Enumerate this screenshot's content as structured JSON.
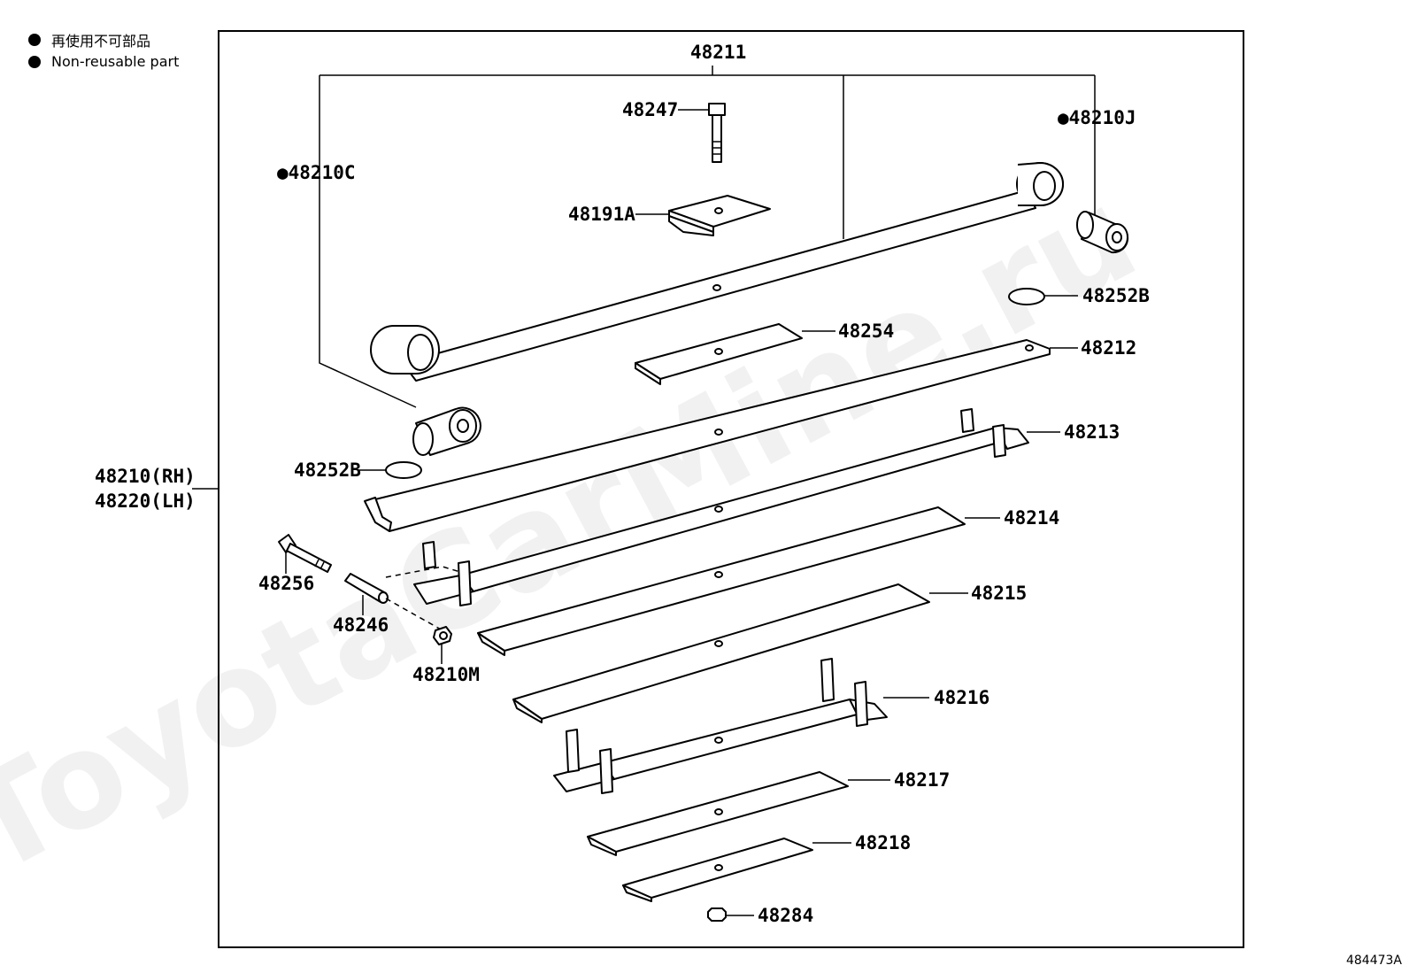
{
  "legend": {
    "items": [
      {
        "label": "再使用不可部品"
      },
      {
        "label": "Non-reusable part"
      }
    ]
  },
  "watermark": "ToyotaCarMine.ru",
  "drawing_id": "484473A",
  "callouts": {
    "assembly": "48211",
    "rh": "48210(RH)",
    "lh": "48220(LH)",
    "p48247": "48247",
    "p48191A": "48191A",
    "p48210C": "●48210C",
    "p48210J": "●48210J",
    "p48252B_top": "48252B",
    "p48254": "48254",
    "p48212": "48212",
    "p48213": "48213",
    "p48252B_left": "48252B",
    "p48214": "48214",
    "p48256": "48256",
    "p48215": "48215",
    "p48246": "48246",
    "p48210M": "48210M",
    "p48216": "48216",
    "p48217": "48217",
    "p48218": "48218",
    "p48284": "48284"
  }
}
